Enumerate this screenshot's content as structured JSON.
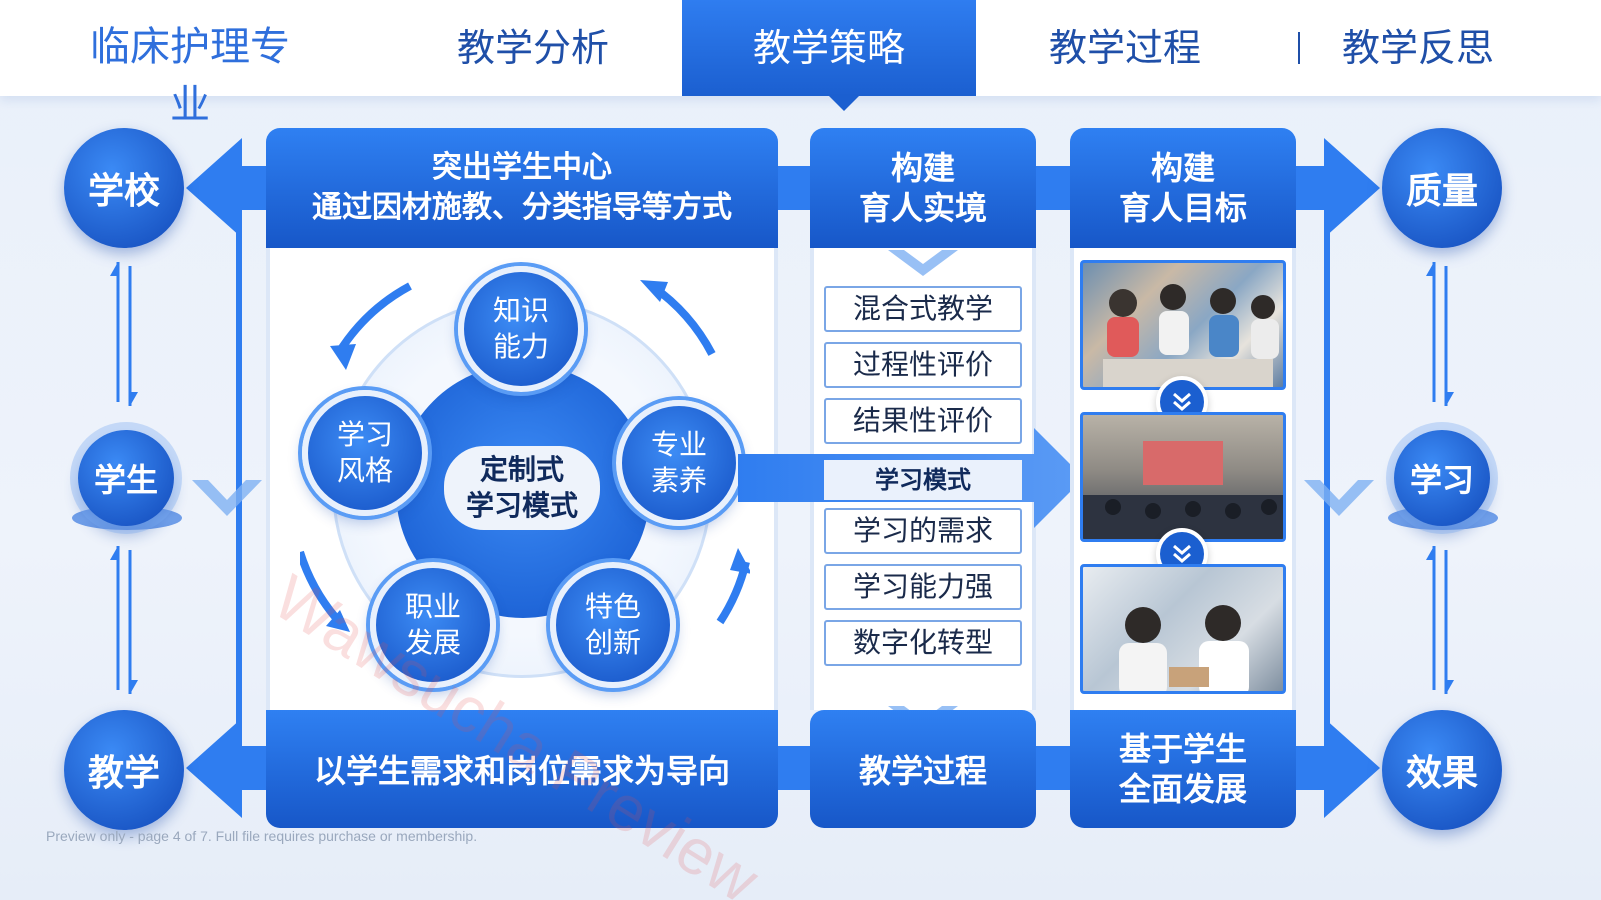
{
  "header": {
    "brand": "临床护理专业",
    "nav": [
      {
        "label": "教学分析",
        "active": false
      },
      {
        "label": "教学策略",
        "active": true
      },
      {
        "label": "教学过程",
        "active": false
      },
      {
        "label": "教学反思",
        "active": false
      }
    ]
  },
  "left_nodes": {
    "top": "学校",
    "middle": "学生",
    "bottom": "教学"
  },
  "right_nodes": {
    "top": "质量",
    "middle": "学习",
    "bottom": "效果"
  },
  "panel1": {
    "head_line1": "突出学生中心",
    "head_line2": "通过因材施教、分类指导等方式",
    "foot": "以学生需求和岗位需求为导向",
    "wheel": {
      "center_line1": "定制式",
      "center_line2": "学习模式",
      "orbs": [
        {
          "line1": "知识",
          "line2": "能力"
        },
        {
          "line1": "专业",
          "line2": "素养"
        },
        {
          "line1": "特色",
          "line2": "创新"
        },
        {
          "line1": "职业",
          "line2": "发展"
        },
        {
          "line1": "学习",
          "line2": "风格"
        }
      ]
    }
  },
  "panel2": {
    "head_line1": "构建",
    "head_line2": "育人实境",
    "items_top": [
      "混合式教学",
      "过程性评价",
      "结果性评价"
    ],
    "mode_label": "学习模式",
    "items_bottom": [
      "学习的需求",
      "学习能力强",
      "数字化转型"
    ],
    "foot": "教学过程"
  },
  "panel3": {
    "head_line1": "构建",
    "head_line2": "育人目标",
    "foot_line1": "基于学生",
    "foot_line2": "全面发展"
  },
  "footer_note": "Preview only - page 4 of 7. Full file requires purchase or membership.",
  "watermark": "Wawsucha Preview",
  "colors": {
    "primary": "#1b5fd0",
    "accent": "#2f7df0",
    "nav_text": "#1f4fa8"
  }
}
